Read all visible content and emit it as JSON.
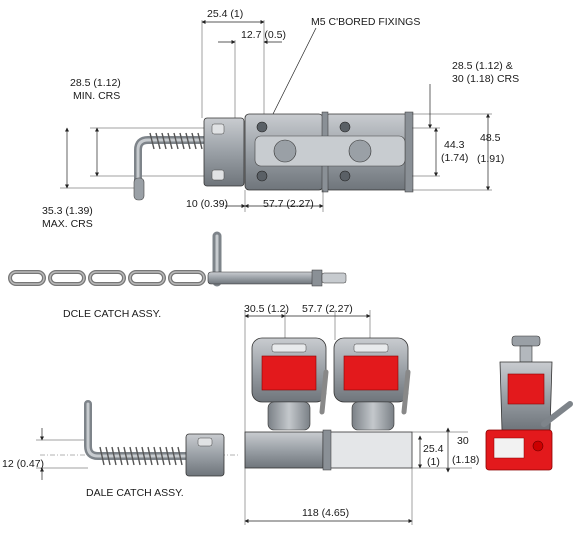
{
  "labels": {
    "dim_25_4": "25.4 (1)",
    "dim_12_7": "12.7 (0.5)",
    "fixings": "M5 C'BORED FIXINGS",
    "min_crs_1": "28.5 (1.12)",
    "min_crs_2": "MIN. CRS",
    "crs_top_1": "28.5 (1.12) &",
    "crs_top_2": "30 (1.18) CRS",
    "dim_44_3a": "44.3",
    "dim_44_3b": "(1.74)",
    "dim_48_5a": "48.5",
    "dim_48_5b": "(1.91)",
    "max_crs_1": "35.3 (1.39)",
    "max_crs_2": "MAX. CRS",
    "dim_10": "10 (0.39)",
    "dim_57_7_top": "57.7 (2.27)",
    "dcle": "DCLE CATCH ASSY.",
    "dim_30_5": "30.5 (1.2)",
    "dim_57_7_mid": "57.7 (2.27)",
    "dim_12": "12 (0.47)",
    "dim_25_4_v_a": "25.4",
    "dim_25_4_v_b": "(1)",
    "dim_30_a": "30",
    "dim_30_b": "(1.18)",
    "dale": "DALE CATCH ASSY.",
    "dim_118": "118 (4.65)"
  },
  "colors": {
    "body": "#a9aeb4",
    "body_dark": "#7d838a",
    "light": "#d7dadd",
    "red": "#e3191c",
    "line": "#222222"
  }
}
